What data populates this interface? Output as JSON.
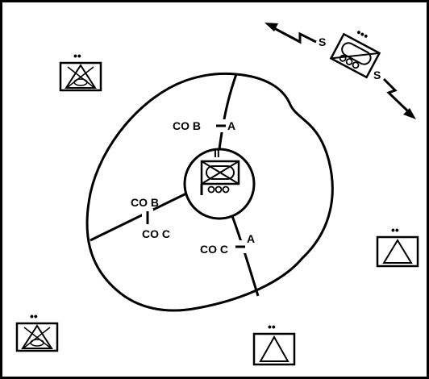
{
  "diagram": {
    "colors": {
      "ink": "#000000",
      "paper": "#ffffff"
    },
    "boundaries": [
      {
        "id": "b-ab",
        "label_left": "CO B",
        "label_right": "A"
      },
      {
        "id": "b-bc",
        "label_top": "CO B",
        "label_bottom": "CO C"
      },
      {
        "id": "b-ca",
        "label_left": "CO C",
        "label_right": "A"
      }
    ],
    "center_unit": {
      "echelon": "II",
      "type": "armored infantry battalion headquarters"
    },
    "screen_unit": {
      "echelon": "•••",
      "mission_markers": [
        "S",
        "S"
      ],
      "type": "armored cavalry platoon"
    },
    "outposts": [
      {
        "id": "nw",
        "echelon": "••",
        "type": "armored infantry squad"
      },
      {
        "id": "sw",
        "echelon": "••",
        "type": "armored infantry squad"
      },
      {
        "id": "e",
        "echelon": "••",
        "type": "artillery observer"
      },
      {
        "id": "s",
        "echelon": "••",
        "type": "artillery observer"
      }
    ]
  }
}
